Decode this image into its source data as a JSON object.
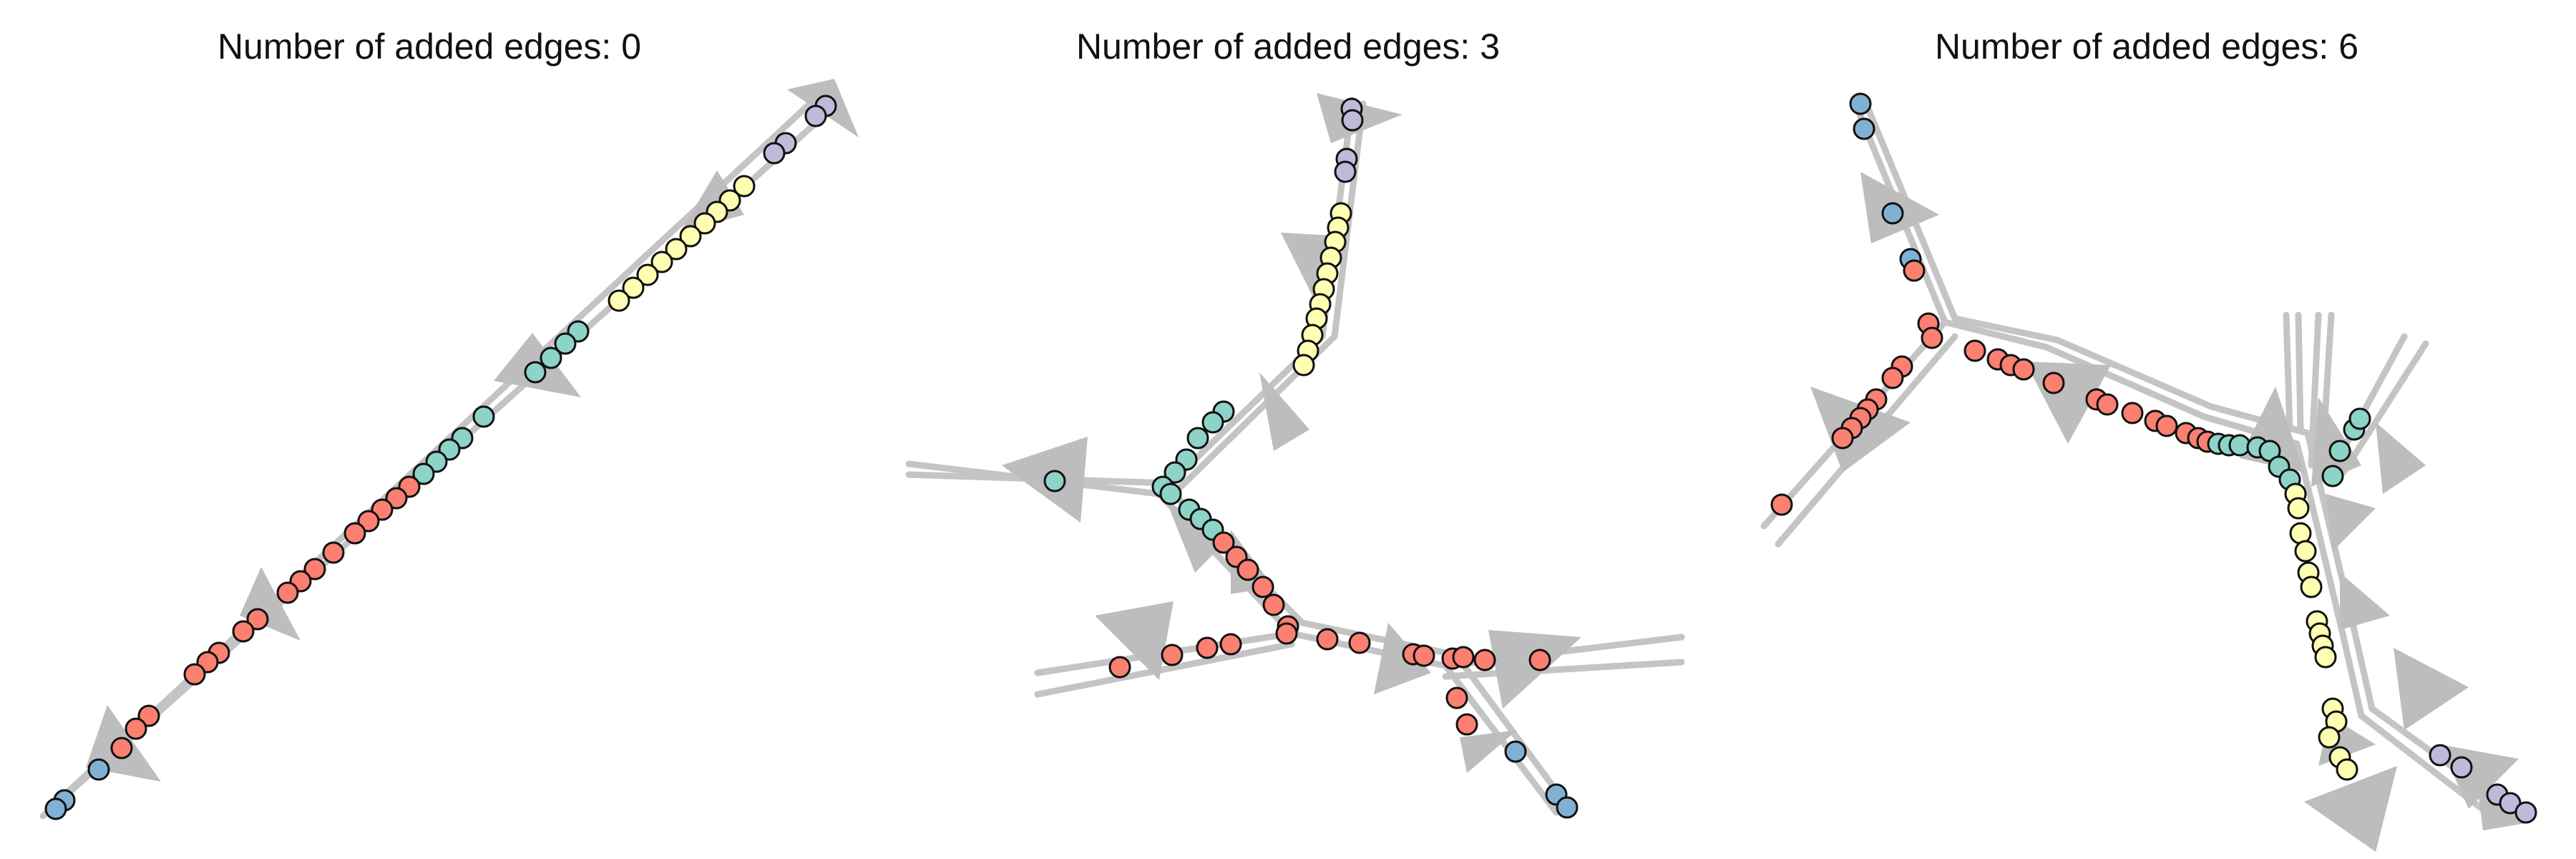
{
  "colors": {
    "edge": "#c4c4c4",
    "arrow": "#bdbdbd",
    "node_stroke": "#111111",
    "purple": "#bebada",
    "yellow": "#ffffb3",
    "teal": "#8dd3c7",
    "red": "#fb8072",
    "blue": "#80b1d3"
  },
  "panels": [
    {
      "title": "Number of added edges: 0"
    },
    {
      "title": "Number of added edges: 3"
    },
    {
      "title": "Number of added edges: 6"
    }
  ]
}
